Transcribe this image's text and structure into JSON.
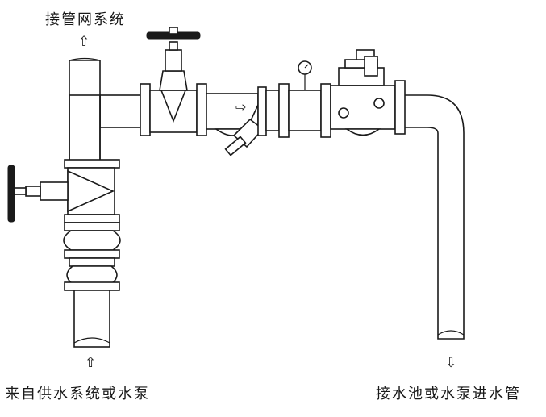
{
  "labels": {
    "top": "接管网系统",
    "bottom_left": "来自供水系统或水泵",
    "bottom_right": "接水池或水泵进水管"
  },
  "arrows": {
    "up": "⇧",
    "down": "⇩",
    "flow": "⇨"
  },
  "colors": {
    "stroke": "#1a1a1a",
    "background": "#ffffff"
  }
}
